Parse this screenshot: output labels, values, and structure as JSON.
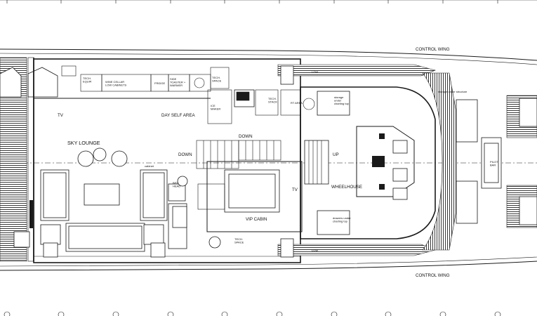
{
  "plan": {
    "labels": {
      "control_wing_top": "CONTROL WING",
      "control_wing_bottom": "CONTROL WING",
      "tech_equip": "TECH.\nEQUIP.",
      "wine_cellar": "WINE CELLAR\nLOW CABINETS",
      "fridge": "FRIDGE",
      "side_counter": "SIDE\nTOASTER +\nWARMER",
      "tech_space_top": "TECH.\nSPACE",
      "ice_maker": "ICE\nMAKER",
      "tech_stack": "TECH.\nSTACK",
      "rt_area": "RT AREA",
      "day_self_area": "DAY SELF AREA",
      "tv_left": "TV",
      "sky_lounge": "SKY LOUNGE",
      "down_1": "DOWN",
      "down_2": "DOWN",
      "up": "UP",
      "wheelhouse": "WHEELHOUSE",
      "vip_cabin": "VIP CABIN",
      "tv_mid": "TV",
      "tech_space_bottom": "TECH.\nSPACE",
      "storage_top": "storage\nunder\ncharting top",
      "storage_bottom": "drawers under\ncharting top",
      "storage_fwd": "storage under structure",
      "cabinet": "cabinet",
      "bed_head": "BED\nHEAD",
      "pilot_bar": "PILOT\nBAR",
      "low_top": "LOW",
      "low_bottom": "LOW"
    }
  }
}
